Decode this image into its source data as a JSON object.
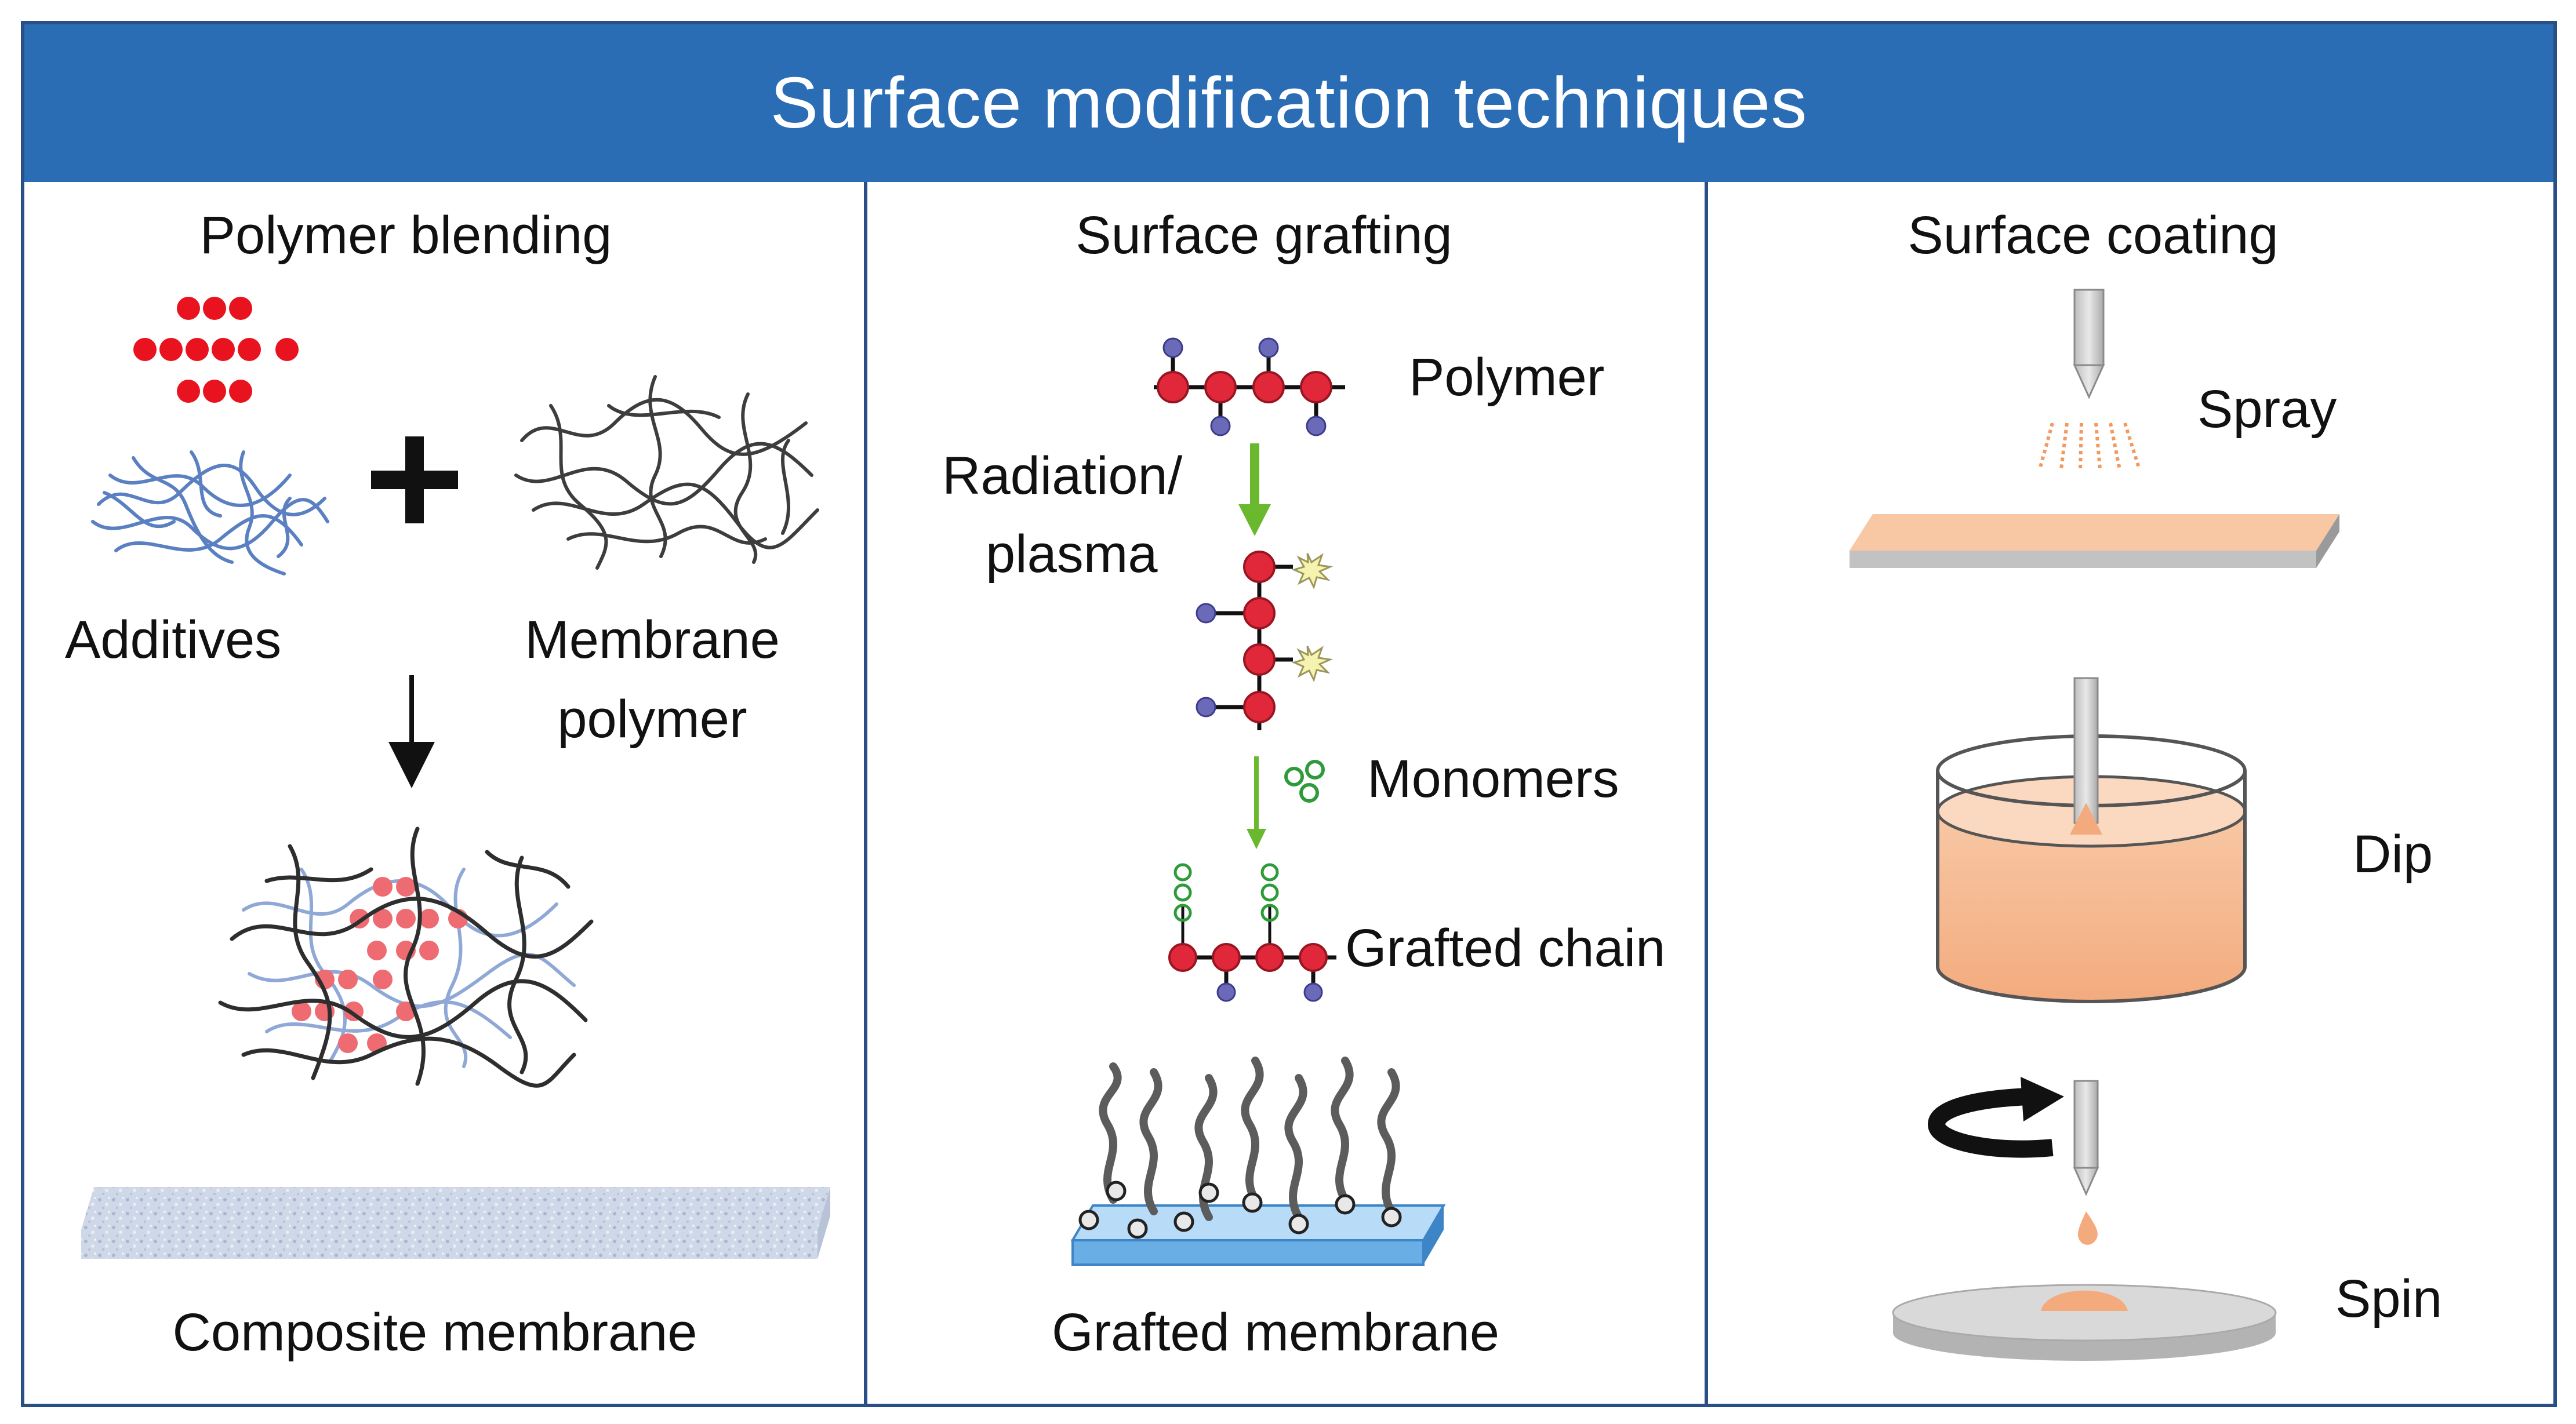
{
  "title": "Surface modification techniques",
  "panels": {
    "blending": {
      "heading": "Polymer blending",
      "additives_label": "Additives",
      "membrane_polymer_label_line1": "Membrane",
      "membrane_polymer_label_line2": "polymer",
      "result_label": "Composite membrane"
    },
    "grafting": {
      "heading": "Surface grafting",
      "polymer_label": "Polymer",
      "radiation_label_line1": "Radiation/",
      "radiation_label_line2": "plasma",
      "monomers_label": "Monomers",
      "grafted_chain_label": "Grafted chain",
      "result_label": "Grafted membrane"
    },
    "coating": {
      "heading": "Surface coating",
      "spray_label": "Spray",
      "dip_label": "Dip",
      "spin_label": "Spin"
    }
  },
  "colors": {
    "banner": "#2a6db5",
    "border": "#2a4f86",
    "additive_dots": "#e8131f",
    "polymer_node": "#e0283a",
    "side_group": "#6a6ab8",
    "arrow_green": "#6ab82e",
    "monomer": "#2e9b3a",
    "coating_fluid": "#f5b58a",
    "grafted_membrane": "#6aaee6"
  }
}
